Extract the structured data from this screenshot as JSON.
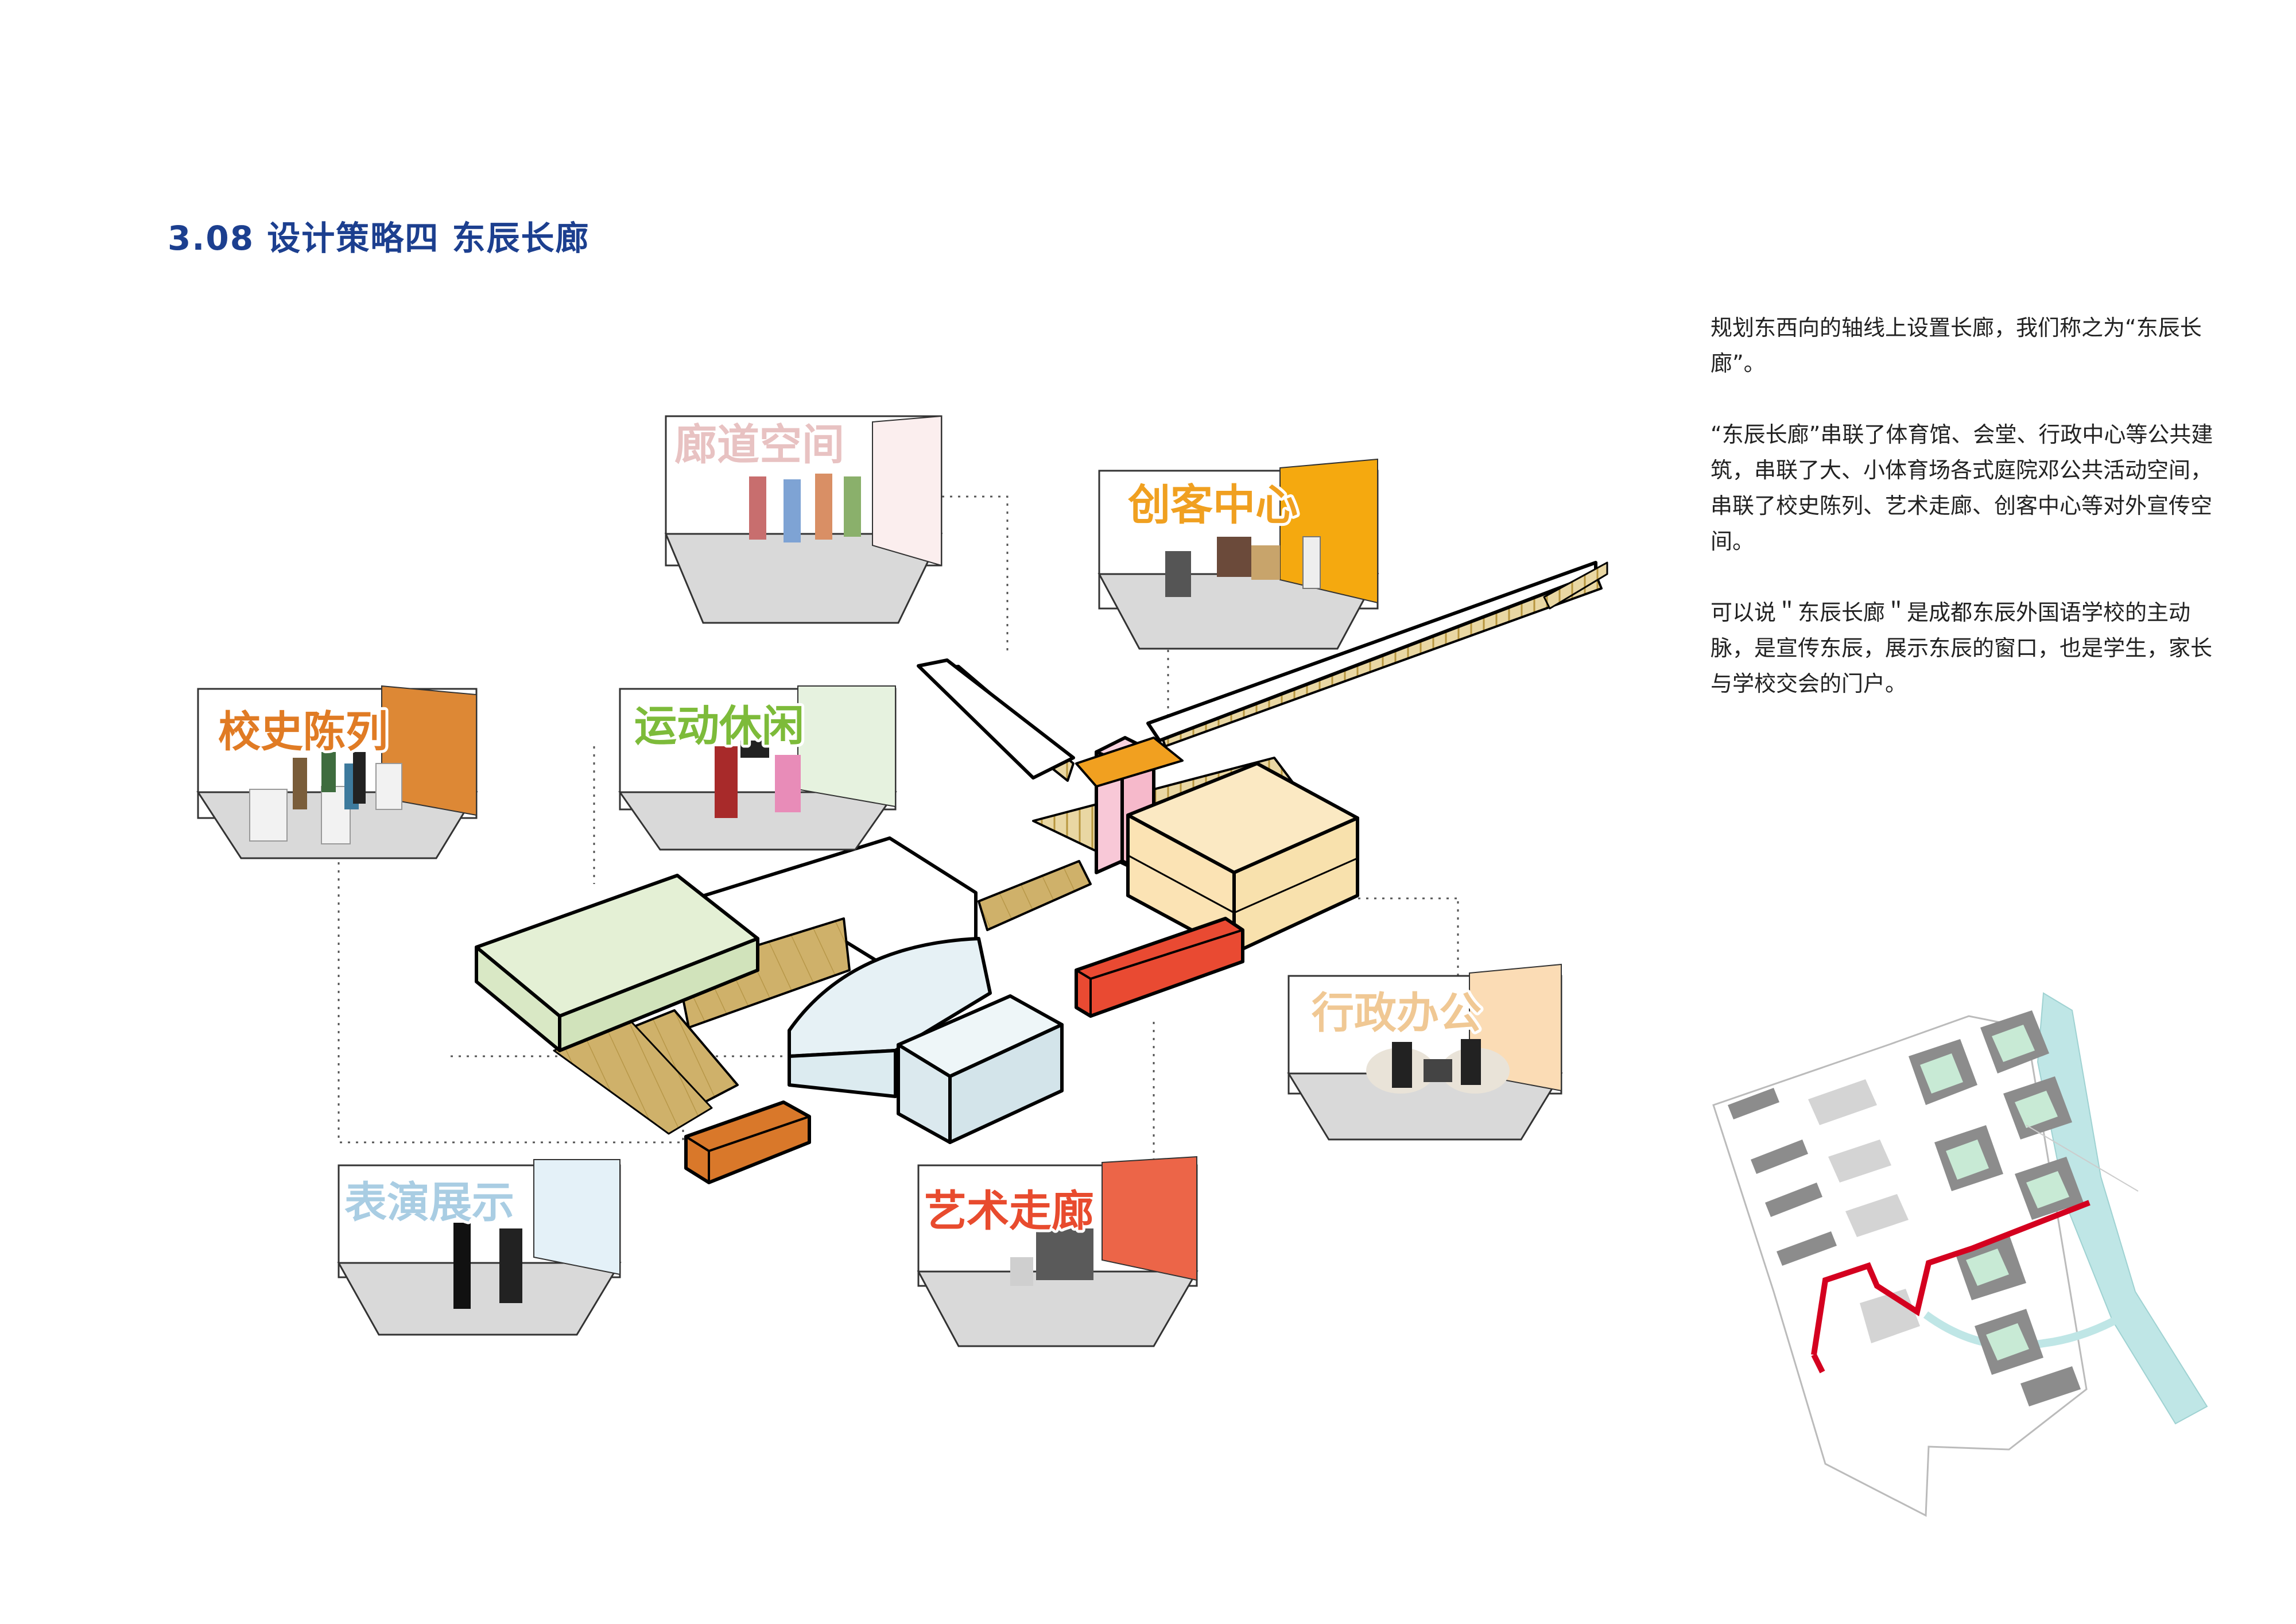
{
  "title": "3.08 设计策略四 东辰长廊",
  "description": {
    "p1": "规划东西向的轴线上设置长廊，我们称之为“东辰长廊”。",
    "p2": "“东辰长廊”串联了体育馆、会堂、行政中心等公共建筑，串联了大、小体育场各式庭院邓公共活动空间，串联了校史陈列、艺术走廊、创客中心等对外宣传空间。",
    "p3": "可以说＂东辰长廊＂是成都东辰外国语学校的主动脉，是宣传东辰，展示东辰的窗口，也是学生，家长与学校交会的门户。"
  },
  "rooms": {
    "corridor": {
      "label": "廊道空间",
      "color": "#e8c2c2",
      "wall": "#fbeeee"
    },
    "maker": {
      "label": "创客中心",
      "color": "#f0a020",
      "wall": "#f5a90f"
    },
    "history": {
      "label": "校史陈列",
      "color": "#e07b24",
      "wall": "#dd8835"
    },
    "sports": {
      "label": "运动休闲",
      "color": "#7dbb3a",
      "wall": "#e6f2df"
    },
    "admin": {
      "label": "行政办公",
      "color": "#f0c894",
      "wall": "#fbdcb5"
    },
    "performance": {
      "label": "表演展示",
      "color": "#a9cde3",
      "wall": "#e4f1f8"
    },
    "art": {
      "label": "艺术走廊",
      "color": "#e84b2e",
      "wall": "#ec6548"
    }
  },
  "colors": {
    "title": "#1c3f8f",
    "route": "#d4001f",
    "water": "#bfe6e6",
    "building_dark": "#8c8c8c",
    "roof_green": "#c8ead5"
  }
}
